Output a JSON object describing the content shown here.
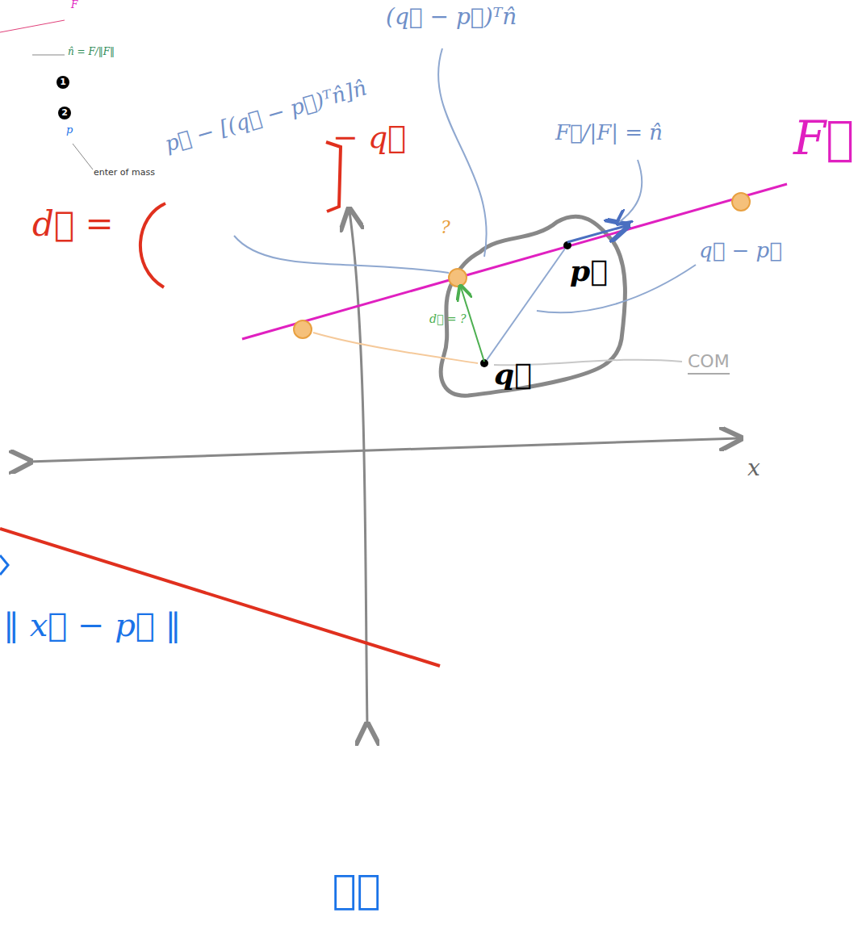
{
  "diagram": {
    "labels": [
      "F",
      "n̂ = F/‖F‖",
      "1",
      "2",
      "p",
      "enter of mass",
      "(q⃗ − p⃗)ᵀn̂",
      "d⃗ =",
      "p⃗ − [(q⃗ − p⃗)ᵀn̂]n̂",
      "− q⃗",
      "F⃗/|F| = n̂",
      "F⃗",
      "?",
      "p⃗",
      "q⃗ − p⃗",
      "d⃗ = ?",
      "q⃗",
      "COM",
      "x",
      "‖ x⃗ − p⃗ ‖",
      "ℓ⃗"
    ]
  }
}
